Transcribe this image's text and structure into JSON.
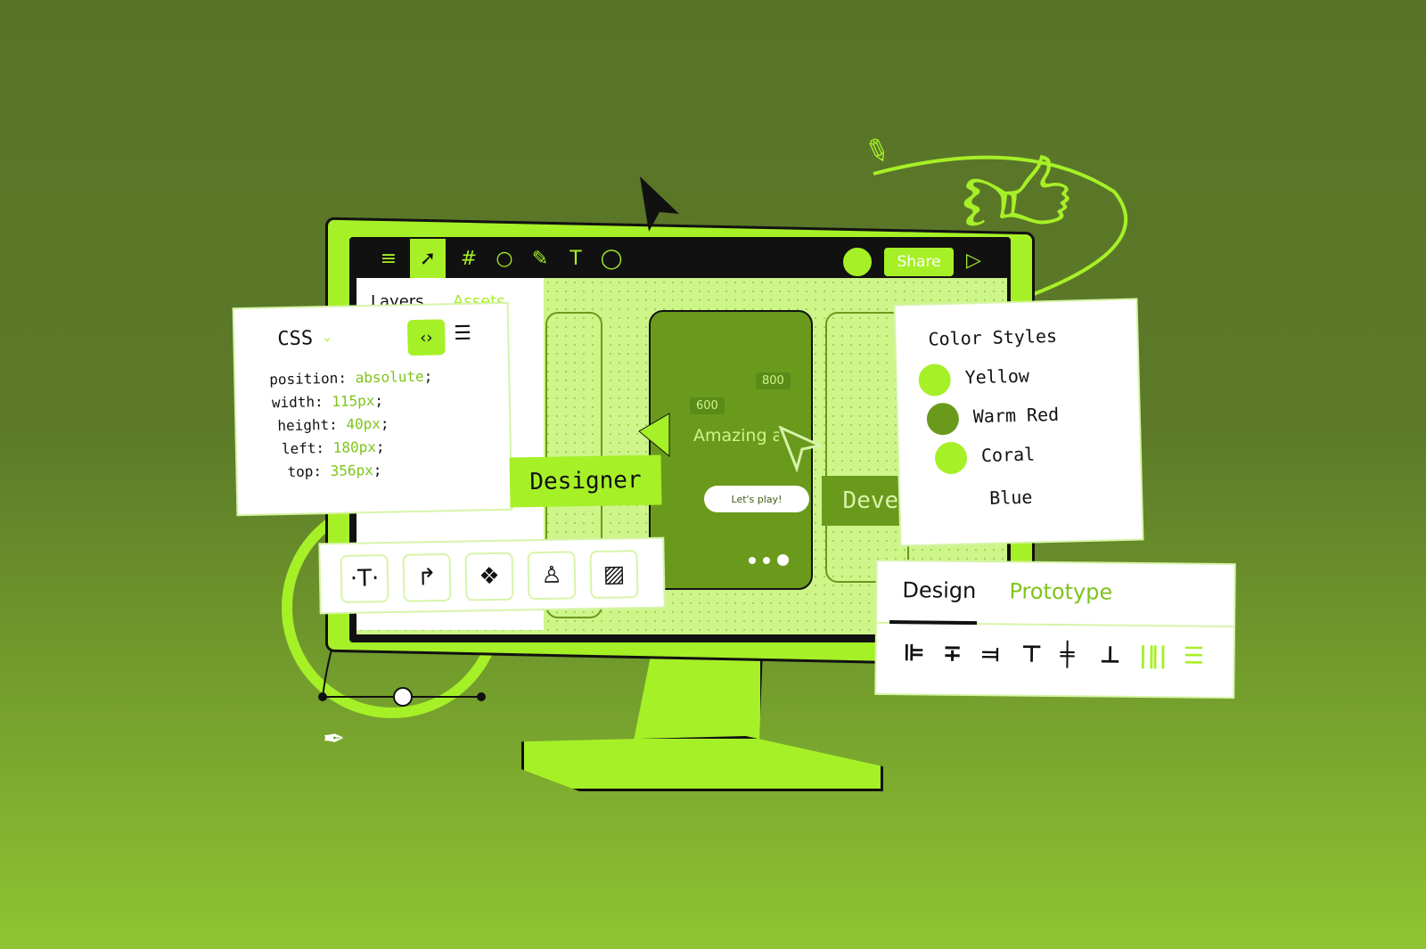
{
  "toolbar": {
    "menu_icon": "menu-icon",
    "tools": [
      "select-icon",
      "frame-icon",
      "ellipse-icon",
      "pen-tool-icon",
      "text-icon",
      "comment-icon"
    ],
    "share_label": "Share"
  },
  "sidebar": {
    "tabs": [
      "Layers",
      "Assets"
    ]
  },
  "phone": {
    "width_tag": "600",
    "height_tag": "800",
    "title": "Amazing app",
    "button_label": "Let's play!"
  },
  "css_panel": {
    "title": "CSS",
    "lines": [
      {
        "prop": "position: ",
        "value": "absolute"
      },
      {
        "prop": "width: ",
        "value": "115px"
      },
      {
        "prop": "height: ",
        "value": "40px"
      },
      {
        "prop": "left: ",
        "value": "180px"
      },
      {
        "prop": "top: ",
        "value": "356px"
      }
    ]
  },
  "roles": {
    "designer": "Designer",
    "developer": "Developer"
  },
  "color_styles": {
    "title": "Color Styles",
    "items": [
      {
        "name": "Yellow",
        "color": "#a6f027"
      },
      {
        "name": "Warm Red",
        "color": "#6a9a1c"
      },
      {
        "name": "Coral",
        "color": "#a6f027"
      },
      {
        "name": "Blue",
        "color": "#ffffff"
      }
    ]
  },
  "insert_bar": {
    "icons": [
      "text-tool-icon",
      "connector-icon",
      "component-icon",
      "stamp-icon",
      "image-icon"
    ]
  },
  "properties": {
    "tabs": [
      "Design",
      "Prototype"
    ],
    "align_icons": [
      "align-left-icon",
      "align-center-icon",
      "align-right-icon",
      "align-top-icon",
      "align-middle-icon",
      "align-bottom-icon",
      "distribute-horizontal-icon",
      "distribute-vertical-icon"
    ]
  },
  "colors": {
    "accent": "#a6f027",
    "dark": "#111111",
    "muted": "#6a9a1c"
  }
}
